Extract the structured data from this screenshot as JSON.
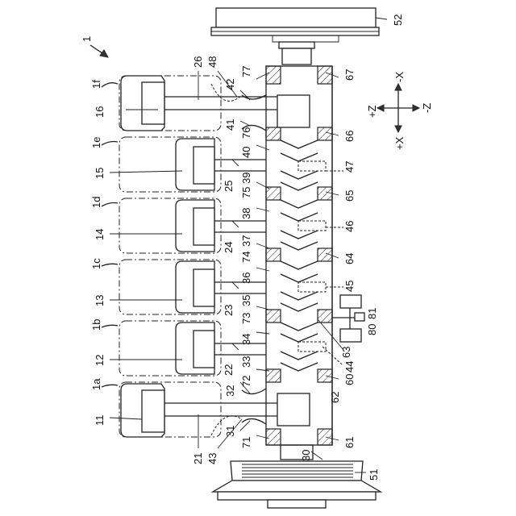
{
  "labels": {
    "assembly": "1",
    "cyl_1a": "1a",
    "cyl_1b": "1b",
    "cyl_1c": "1c",
    "cyl_1d": "1d",
    "cyl_1e": "1e",
    "cyl_1f": "1f",
    "n11": "11",
    "n12": "12",
    "n13": "13",
    "n14": "14",
    "n15": "15",
    "n16": "16",
    "n21": "21",
    "n22": "22",
    "n23": "23",
    "n24": "24",
    "n25": "25",
    "n26": "26",
    "n30": "30",
    "n31": "31",
    "n32": "32",
    "n33": "33",
    "n34": "34",
    "n35": "35",
    "n36": "36",
    "n37": "37",
    "n38": "38",
    "n39": "39",
    "n40": "40",
    "n41": "41",
    "n42": "42",
    "n43": "43",
    "n44": "44",
    "n45": "45",
    "n46": "46",
    "n47": "47",
    "n48": "48",
    "n51": "51",
    "n52": "52",
    "n60": "60",
    "n61": "61",
    "n62": "62",
    "n63": "63",
    "n64": "64",
    "n65": "65",
    "n66": "66",
    "n67": "67",
    "n71": "71",
    "n72": "72",
    "n73": "73",
    "n74": "74",
    "n75": "75",
    "n76": "76",
    "n77": "77",
    "n80": "80",
    "n81": "81"
  },
  "axes": {
    "plus_x": "+X",
    "minus_x": "-X",
    "plus_z": "+Z",
    "minus_z": "-Z"
  }
}
